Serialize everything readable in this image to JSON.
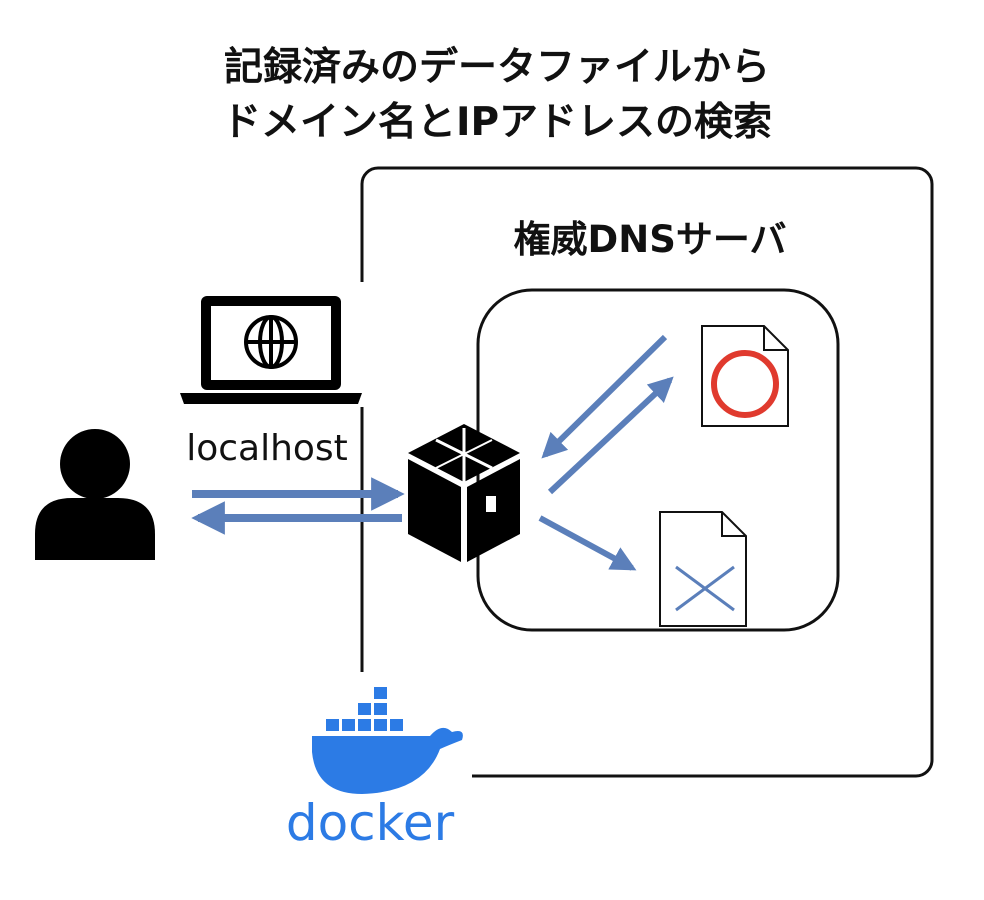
{
  "title": {
    "line1": "記録済みのデータファイルから",
    "line2": "ドメイン名とIPアドレスの検索"
  },
  "server": {
    "label": "権威DNSサーバ"
  },
  "client": {
    "host_label": "localhost"
  },
  "docker": {
    "label": "docker"
  },
  "colors": {
    "arrow": "#5b7fba",
    "docker": "#2c7be5",
    "match": "#e03a2e",
    "nomatch": "#5b7fba",
    "ink": "#000000"
  },
  "icons": {
    "user": "person-icon",
    "laptop": "laptop-globe-icon",
    "container": "package-box-icon",
    "file_match": "document-circle-icon",
    "file_nomatch": "document-cross-icon",
    "docker": "docker-whale-icon"
  }
}
